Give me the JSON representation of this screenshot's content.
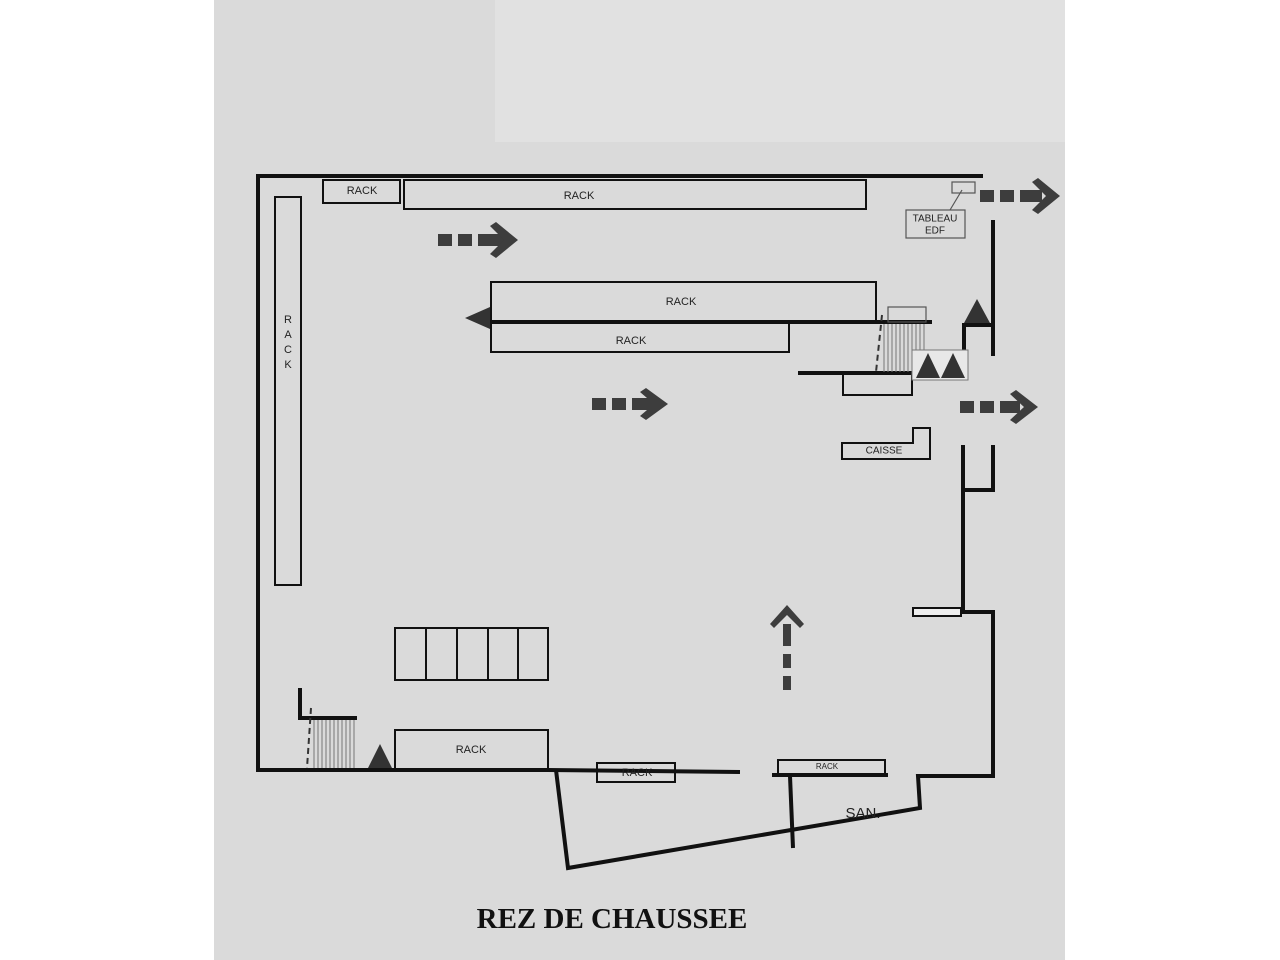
{
  "title": "REZ DE CHAUSSEE",
  "labels": {
    "rack_top_small": "RACK",
    "rack_top_long": "RACK",
    "rack_left_vertical": "RACK",
    "rack_middle_upper": "RACK",
    "rack_middle_lower": "RACK",
    "rack_bottom_left": "RACK",
    "rack_bottom_wall": "RACK",
    "rack_bottom_small": "RACK",
    "tableau_line1": "TABLEAU",
    "tableau_line2": "EDF",
    "caisse": "CAISSE",
    "sanitaires": "SAN."
  },
  "colors": {
    "wall": "#111111",
    "arrow": "#3d3d3d",
    "paper": "#dadada"
  }
}
